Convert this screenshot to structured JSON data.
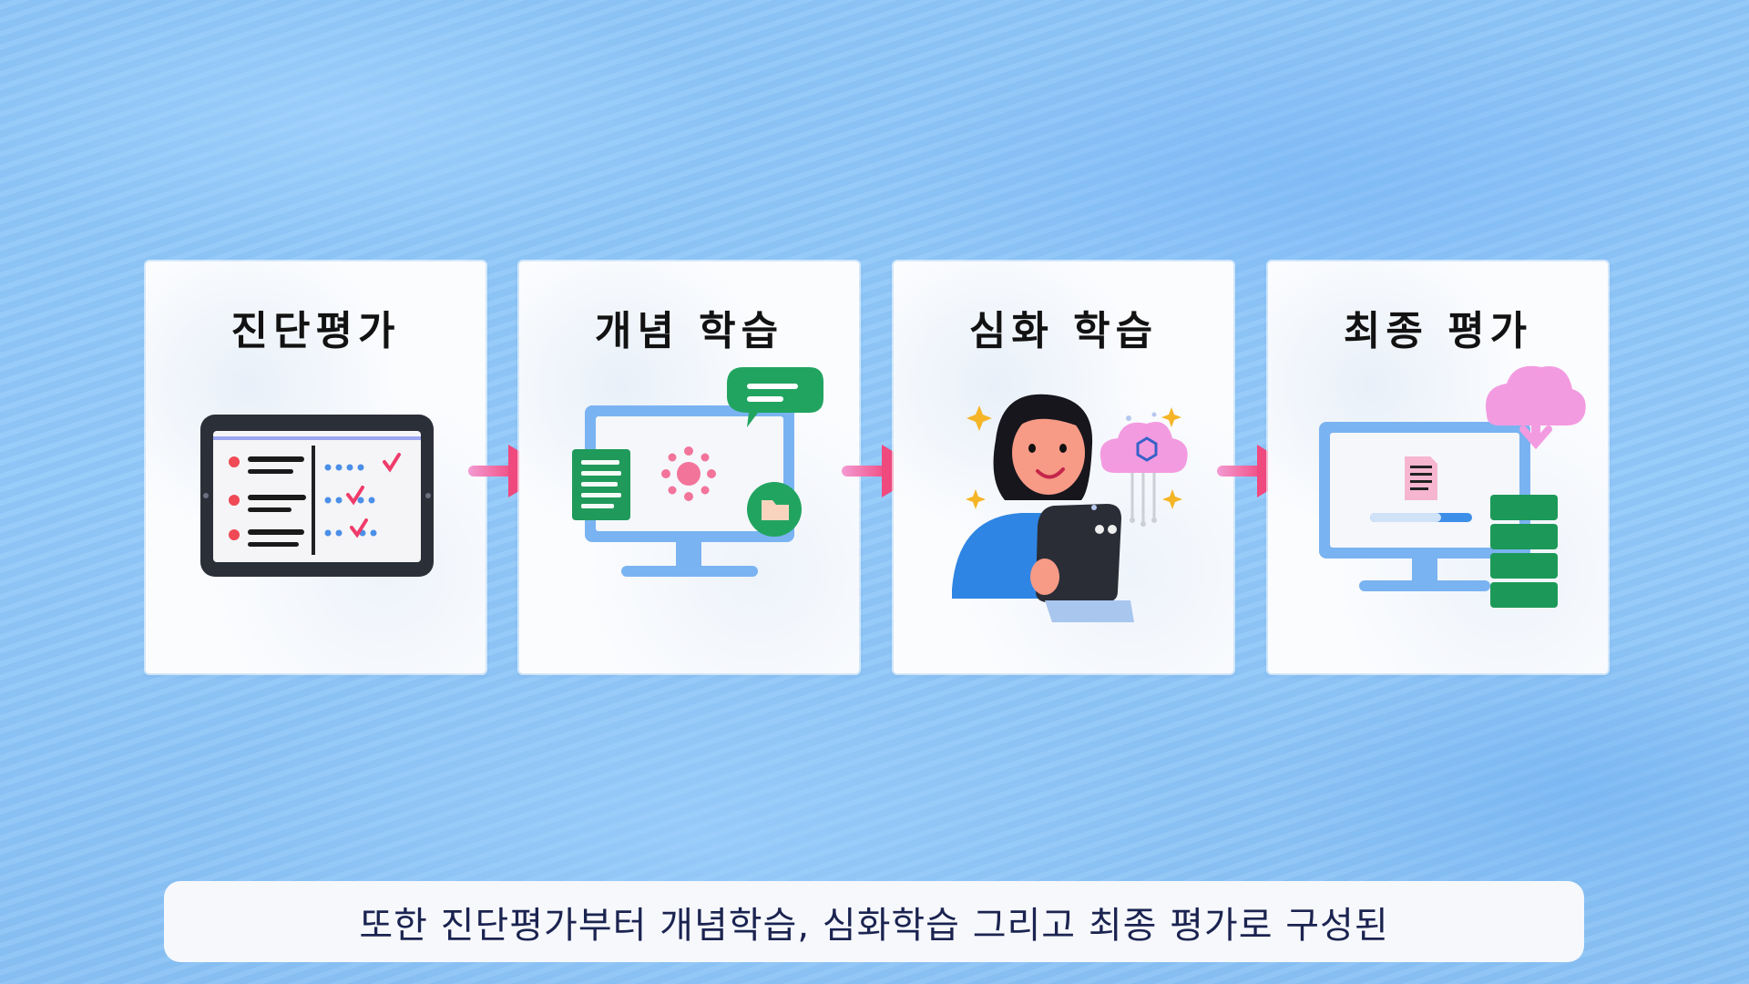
{
  "steps": [
    {
      "label": "진단평가",
      "icon": "tablet-checklist-icon"
    },
    {
      "label": "개념 학습",
      "icon": "monitor-concepts-icon"
    },
    {
      "label": "심화 학습",
      "icon": "student-ai-tablet-icon"
    },
    {
      "label": "최종 평가",
      "icon": "monitor-cloud-database-icon"
    }
  ],
  "caption": "또한 진단평가부터 개념학습, 심화학습 그리고 최종 평가로 구성된",
  "colors": {
    "background": "#8cc4f7",
    "card": "#fbfcfe",
    "arrow": "#f0549a",
    "caption_text": "#1b2350"
  }
}
